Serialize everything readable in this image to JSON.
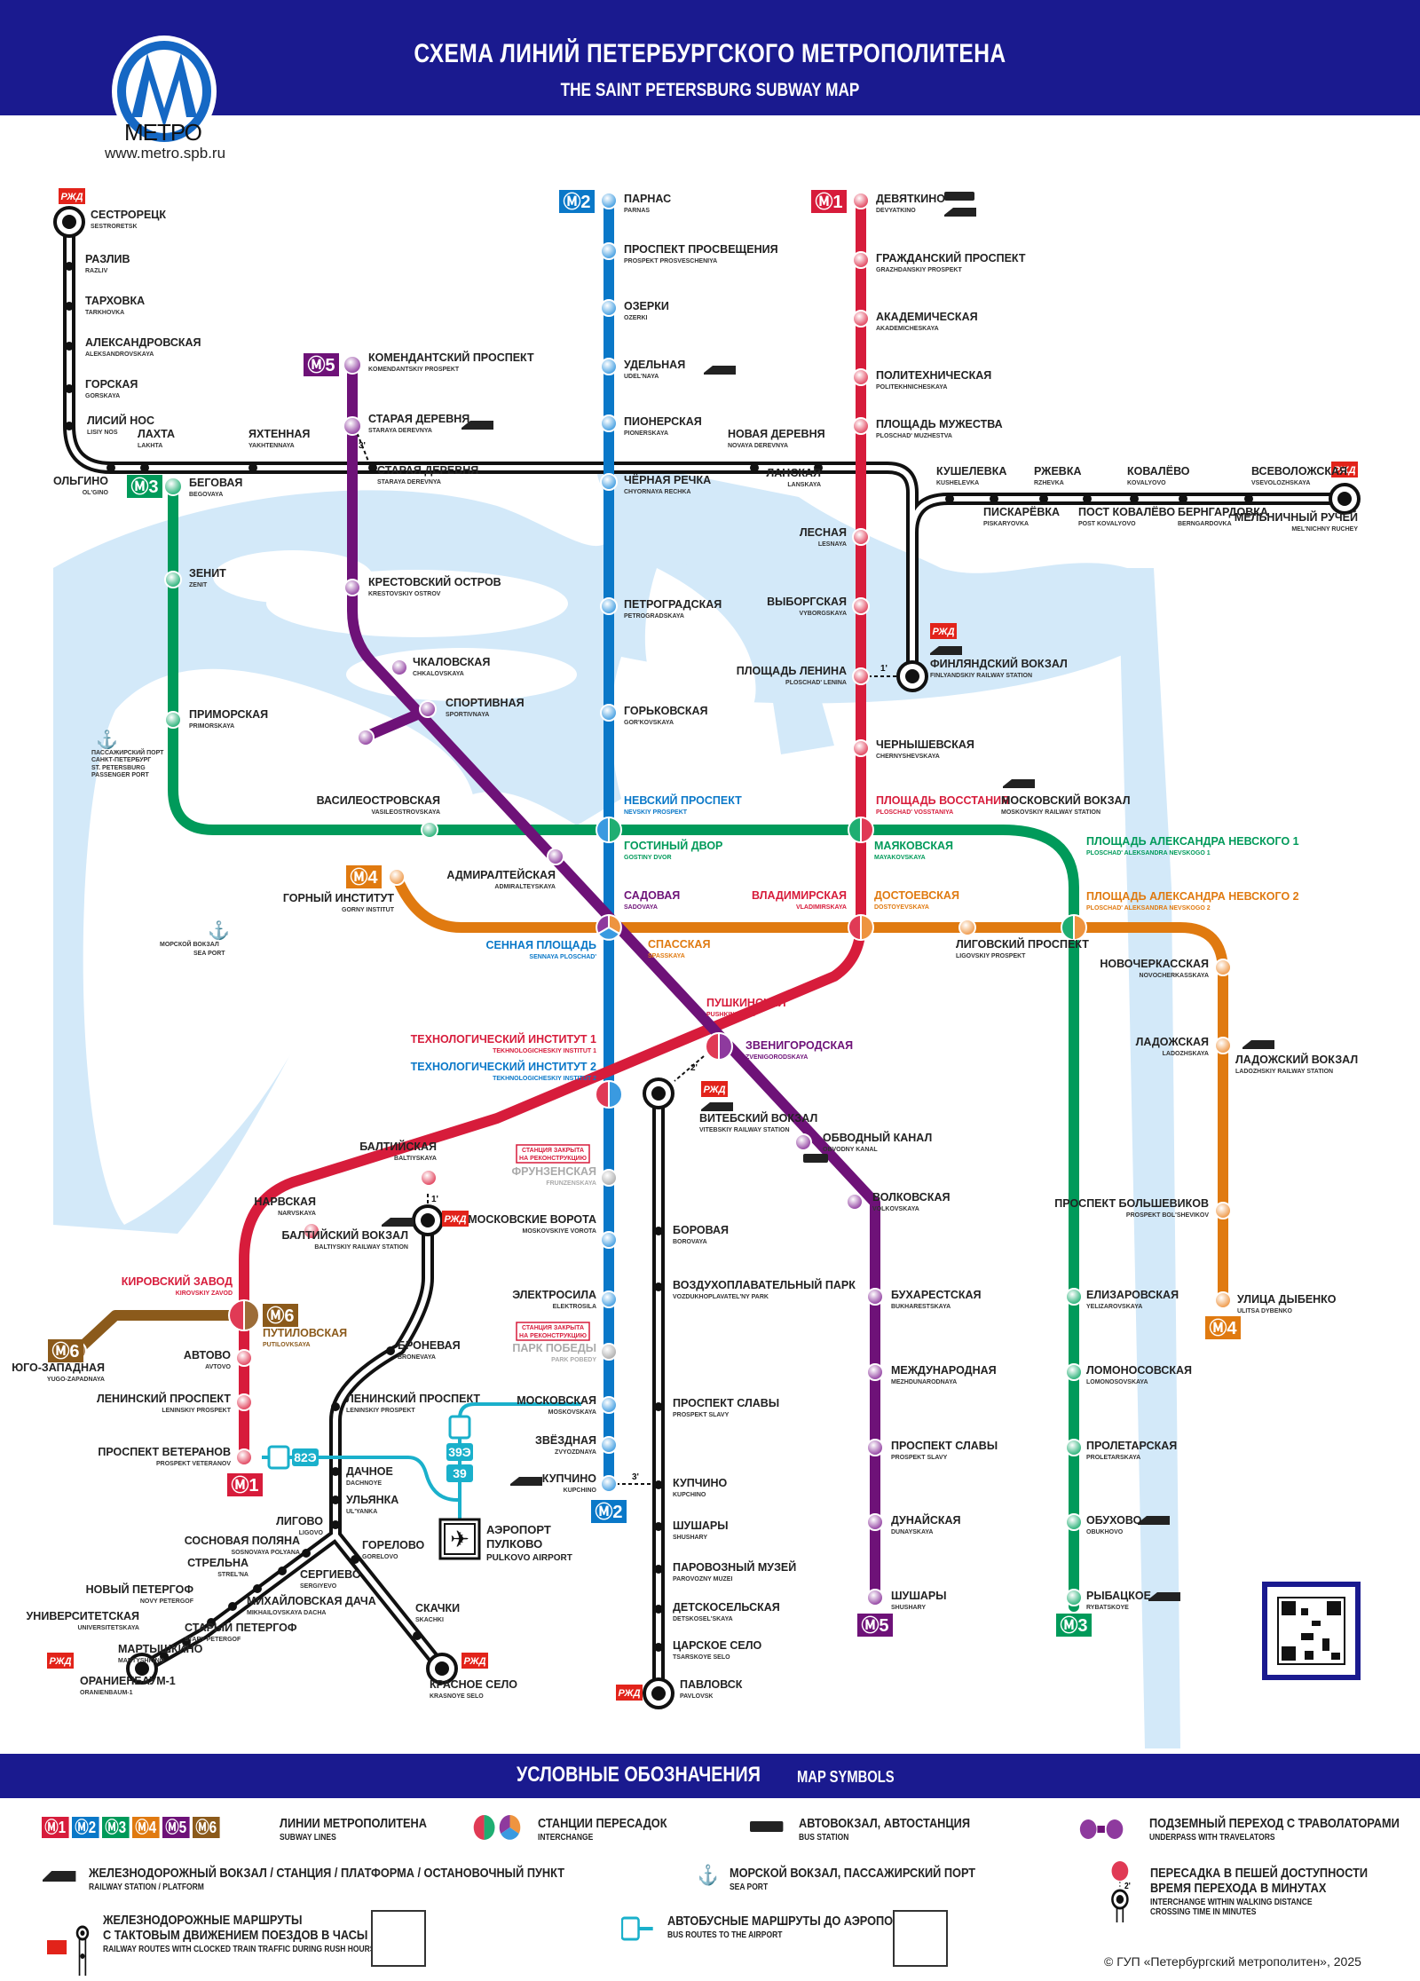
{
  "header": {
    "title_ru": "СХЕМА ЛИНИЙ ПЕТЕРБУРГСКОГО МЕТРОПОЛИТЕНА",
    "title_en": "THE SAINT PETERSBURG SUBWAY MAP",
    "logo_word": "МЕТРО",
    "url": "www.metro.spb.ru",
    "bg_color": "#1a1a8f"
  },
  "colors": {
    "M1": "#d71c3b",
    "M2": "#0a78c8",
    "M3": "#009a5a",
    "M4": "#e07a10",
    "M5": "#6e1278",
    "M6": "#8b5a1b",
    "rail": "#111111",
    "water": "#d3e9f9",
    "closed": "#bfbfbf",
    "bus": "#1ab0cb",
    "rzd": "#e2231a"
  },
  "lines": [
    {
      "id": "M1",
      "badge": "1",
      "stations": [
        {
          "ru": "ДЕВЯТКИНО",
          "en": "DEVYATKINO"
        },
        {
          "ru": "ГРАЖДАНСКИЙ ПРОСПЕКТ",
          "en": "GRAZHDANSKIY PROSPEKT"
        },
        {
          "ru": "АКАДЕМИЧЕСКАЯ",
          "en": "AKADEMICHESKAYA"
        },
        {
          "ru": "ПОЛИТЕХНИЧЕСКАЯ",
          "en": "POLITEKHNICHESKAYA"
        },
        {
          "ru": "ПЛОЩАДЬ МУЖЕСТВА",
          "en": "PLOSCHAD' MUZHESTVA"
        },
        {
          "ru": "ЛЕСНАЯ",
          "en": "LESNAYA"
        },
        {
          "ru": "ВЫБОРГСКАЯ",
          "en": "VYBORGSKAYA"
        },
        {
          "ru": "ПЛОЩАДЬ ЛЕНИНА",
          "en": "PLOSCHAD' LENINA"
        },
        {
          "ru": "ЧЕРНЫШЕВСКАЯ",
          "en": "CHERNYSHEVSKAYA"
        },
        {
          "ru": "ПЛОЩАДЬ ВОССТАНИЯ",
          "en": "PLOSCHAD' VOSSTANIYA"
        },
        {
          "ru": "ВЛАДИМИРСКАЯ",
          "en": "VLADIMIRSKAYA"
        },
        {
          "ru": "ПУШКИНСКАЯ",
          "en": "PUSHKINSKAYA"
        },
        {
          "ru": "ТЕХНОЛОГИЧЕСКИЙ ИНСТИТУТ 1",
          "en": "TEKHNOLOGICHESKIY INSTITUT 1"
        },
        {
          "ru": "БАЛТИЙСКАЯ",
          "en": "BALTIYSKAYA"
        },
        {
          "ru": "НАРВСКАЯ",
          "en": "NARVSKAYA"
        },
        {
          "ru": "КИРОВСКИЙ ЗАВОД",
          "en": "KIROVSKIY ZAVOD"
        },
        {
          "ru": "АВТОВО",
          "en": "AVTOVO"
        },
        {
          "ru": "ЛЕНИНСКИЙ ПРОСПЕКТ",
          "en": "LENINSKIY PROSPEKT"
        },
        {
          "ru": "ПРОСПЕКТ ВЕТЕРАНОВ",
          "en": "PROSPEKT VETERANOV"
        }
      ]
    },
    {
      "id": "M2",
      "badge": "2",
      "stations": [
        {
          "ru": "ПАРНАС",
          "en": "PARNAS"
        },
        {
          "ru": "ПРОСПЕКТ ПРОСВЕЩЕНИЯ",
          "en": "PROSPEKT PROSVESCHENIYA"
        },
        {
          "ru": "ОЗЕРКИ",
          "en": "OZERKI"
        },
        {
          "ru": "УДЕЛЬНАЯ",
          "en": "UDEL'NAYA"
        },
        {
          "ru": "ПИОНЕРСКАЯ",
          "en": "PIONERSKAYA"
        },
        {
          "ru": "ЧЁРНАЯ РЕЧКА",
          "en": "CHYORNAYA RECHKA"
        },
        {
          "ru": "ПЕТРОГРАДСКАЯ",
          "en": "PETROGRADSKAYA"
        },
        {
          "ru": "ГОРЬКОВСКАЯ",
          "en": "GOR'KOVSKAYA"
        },
        {
          "ru": "НЕВСКИЙ ПРОСПЕКТ",
          "en": "NEVSKIY PROSPEKT"
        },
        {
          "ru": "СЕННАЯ ПЛОЩАДЬ",
          "en": "SENNAYA PLOSCHAD'"
        },
        {
          "ru": "ТЕХНОЛОГИЧЕСКИЙ ИНСТИТУТ 2",
          "en": "TEKHNOLOGICHESKIY INSTITUT 2"
        },
        {
          "ru": "ФРУНЗЕНСКАЯ",
          "en": "FRUNZENSKAYA",
          "closed": true
        },
        {
          "ru": "МОСКОВСКИЕ ВОРОТА",
          "en": "MOSKOVSKIYE VOROTA"
        },
        {
          "ru": "ЭЛЕКТРОСИЛА",
          "en": "ELEKTROSILA"
        },
        {
          "ru": "ПАРК ПОБЕДЫ",
          "en": "PARK POBEDY",
          "closed": true
        },
        {
          "ru": "МОСКОВСКАЯ",
          "en": "MOSKOVSKAYA"
        },
        {
          "ru": "ЗВЁЗДНАЯ",
          "en": "ZVYOZDNAYA"
        },
        {
          "ru": "КУПЧИНО",
          "en": "KUPCHINO"
        }
      ]
    },
    {
      "id": "M3",
      "badge": "3",
      "stations": [
        {
          "ru": "БЕГОВАЯ",
          "en": "BEGOVAYA"
        },
        {
          "ru": "ЗЕНИТ",
          "en": "ZENIT"
        },
        {
          "ru": "ПРИМОРСКАЯ",
          "en": "PRIMORSKAYA"
        },
        {
          "ru": "ВАСИЛЕОСТРОВСКАЯ",
          "en": "VASILEOSTROVSKAYA"
        },
        {
          "ru": "ГОСТИНЫЙ ДВОР",
          "en": "GOSTINY DVOR"
        },
        {
          "ru": "МАЯКОВСКАЯ",
          "en": "MAYAKOVSKAYA"
        },
        {
          "ru": "ПЛОЩАДЬ АЛЕКСАНДРА НЕВСКОГО 1",
          "en": "PLOSCHAD' ALEKSANDRA NEVSKOGO 1"
        },
        {
          "ru": "ЕЛИЗАРОВСКАЯ",
          "en": "YELIZAROVSKAYA"
        },
        {
          "ru": "ЛОМОНОСОВСКАЯ",
          "en": "LOMONOSOVSKAYA"
        },
        {
          "ru": "ПРОЛЕТАРСКАЯ",
          "en": "PROLETARSKAYA"
        },
        {
          "ru": "ОБУХОВО",
          "en": "OBUKHOVO"
        },
        {
          "ru": "РЫБАЦКОЕ",
          "en": "RYBATSKOYE"
        }
      ]
    },
    {
      "id": "M4",
      "badge": "4",
      "stations": [
        {
          "ru": "ГОРНЫЙ ИНСТИТУТ",
          "en": "GORNY INSTITUT"
        },
        {
          "ru": "СПАССКАЯ",
          "en": "SPASSKAYA"
        },
        {
          "ru": "ДОСТОЕВСКАЯ",
          "en": "DOSTOYEVSKAYA"
        },
        {
          "ru": "ЛИГОВСКИЙ ПРОСПЕКТ",
          "en": "LIGOVSKIY PROSPEKT"
        },
        {
          "ru": "ПЛОЩАДЬ АЛЕКСАНДРА НЕВСКОГО 2",
          "en": "PLOSCHAD' ALEKSANDRA NEVSKOGO 2"
        },
        {
          "ru": "НОВОЧЕРКАССКАЯ",
          "en": "NOVOCHERKASSKAYA"
        },
        {
          "ru": "ЛАДОЖСКАЯ",
          "en": "LADOZHSKAYA"
        },
        {
          "ru": "ПРОСПЕКТ БОЛЬШЕВИКОВ",
          "en": "PROSPEKT BOL'SHEVIKOV"
        },
        {
          "ru": "УЛИЦА ДЫБЕНКО",
          "en": "ULITSA DYBENKO"
        }
      ]
    },
    {
      "id": "M5",
      "badge": "5",
      "stations": [
        {
          "ru": "КОМЕНДАНТСКИЙ ПРОСПЕКТ",
          "en": "KOMENDANTSKIY PROSPEKT"
        },
        {
          "ru": "СТАРАЯ ДЕРЕВНЯ",
          "en": "STARAYA DEREVNYA"
        },
        {
          "ru": "КРЕСТОВСКИЙ ОСТРОВ",
          "en": "KRESTOVSKIY OSTROV"
        },
        {
          "ru": "ЧКАЛОВСКАЯ",
          "en": "CHKALOVSKAYA"
        },
        {
          "ru": "СПОРТИВНАЯ",
          "en": "SPORTIVNAYA"
        },
        {
          "ru": "АДМИРАЛТЕЙСКАЯ",
          "en": "ADMIRALTEYSKAYA"
        },
        {
          "ru": "САДОВАЯ",
          "en": "SADOVAYA"
        },
        {
          "ru": "ЗВЕНИГОРОДСКАЯ",
          "en": "ZVENIGORODSKAYA"
        },
        {
          "ru": "ОБВОДНЫЙ КАНАЛ",
          "en": "OBVODNY KANAL"
        },
        {
          "ru": "ВОЛКОВСКАЯ",
          "en": "VOLKOVSKAYA"
        },
        {
          "ru": "БУХАРЕСТСКАЯ",
          "en": "BUKHARESTSKAYA"
        },
        {
          "ru": "МЕЖДУНАРОДНАЯ",
          "en": "MEZHDUNARODNAYA"
        },
        {
          "ru": "ПРОСПЕКТ СЛАВЫ",
          "en": "PROSPEKT SLAVY"
        },
        {
          "ru": "ДУНАЙСКАЯ",
          "en": "DUNAYSKAYA"
        },
        {
          "ru": "ШУШАРЫ",
          "en": "SHUSHARY"
        }
      ]
    },
    {
      "id": "M6",
      "badge": "6",
      "stations": [
        {
          "ru": "ЮГО-ЗАПАДНАЯ",
          "en": "YUGO-ZAPADNAYA"
        },
        {
          "ru": "ПУТИЛОВСКАЯ",
          "en": "PUTILOVKSAYA"
        }
      ]
    }
  ],
  "railway": {
    "north": [
      {
        "ru": "СЕСТРОРЕЦК",
        "en": "SESTRORETSK"
      },
      {
        "ru": "РАЗЛИВ",
        "en": "RAZLIV"
      },
      {
        "ru": "ТАРХОВКА",
        "en": "TARKHOVKA"
      },
      {
        "ru": "АЛЕКСАНДРОВСКАЯ",
        "en": "ALEKSANDROVSKAYA"
      },
      {
        "ru": "ГОРСКАЯ",
        "en": "GORSKAYA"
      },
      {
        "ru": "ЛИСИЙ НОС",
        "en": "LISIY NOS"
      },
      {
        "ru": "ОЛЬГИНО",
        "en": "OL'GINO"
      },
      {
        "ru": "ЛАХТА",
        "en": "LAKHTA"
      },
      {
        "ru": "ЯХТЕННАЯ",
        "en": "YAKHTENNAYA"
      },
      {
        "ru": "СТАРАЯ ДЕРЕВНЯ",
        "en": "STARAYA DEREVNYA"
      },
      {
        "ru": "НОВАЯ ДЕРЕВНЯ",
        "en": "NOVAYA DEREVNYA"
      },
      {
        "ru": "ЛАНСКАЯ",
        "en": "LANSKAYA"
      }
    ],
    "east": [
      {
        "ru": "КУШЕЛЕВКА",
        "en": "KUSHELEVKA"
      },
      {
        "ru": "ПИСКАРЁВКА",
        "en": "PISKARYOVKA"
      },
      {
        "ru": "РЖЕВКА",
        "en": "RZHEVKA"
      },
      {
        "ru": "ПОСТ КОВАЛЁВО",
        "en": "POST KOVALYOVO"
      },
      {
        "ru": "КОВАЛЁВО",
        "en": "KOVALYOVO"
      },
      {
        "ru": "БЕРНГАРДОВКА",
        "en": "BERNGARDOVKA"
      },
      {
        "ru": "ВСЕВОЛОЖСКАЯ",
        "en": "VSEVOLOZHSKAYA"
      },
      {
        "ru": "МЕЛЬНИЧНЫЙ РУЧЕЙ",
        "en": "MEL'NICHNY RUCHEY"
      }
    ],
    "southwest": [
      {
        "ru": "БРОНЕВАЯ",
        "en": "BRONEVAYA"
      },
      {
        "ru": "ЛЕНИНСКИЙ ПРОСПЕКТ",
        "en": "LENINSKIY PROSPEKT"
      },
      {
        "ru": "ДАЧНОЕ",
        "en": "DACHNOYE"
      },
      {
        "ru": "УЛЬЯНКА",
        "en": "UL'YANKA"
      },
      {
        "ru": "ЛИГОВО",
        "en": "LIGOVO"
      },
      {
        "ru": "СОСНОВАЯ ПОЛЯНА",
        "en": "SOSNOVAYA POLYANA"
      },
      {
        "ru": "СТРЕЛЬНА",
        "en": "STREL'NA"
      },
      {
        "ru": "СЕРГИЕВО",
        "en": "SERGIYEVO"
      },
      {
        "ru": "НОВЫЙ ПЕТЕРГОФ",
        "en": "NOVY PETERGOF"
      },
      {
        "ru": "МИХАЙЛОВСКАЯ ДАЧА",
        "en": "MIKHAILOVSKAYA DACHA"
      },
      {
        "ru": "УНИВЕРСИТЕТСКАЯ",
        "en": "UNIVERSITETSKAYA"
      },
      {
        "ru": "СТАРЫЙ ПЕТЕРГОФ",
        "en": "STARY PETERGOF"
      },
      {
        "ru": "МАРТЫШКИНО",
        "en": "MARTYSHKINO"
      },
      {
        "ru": "ОРАНИЕНБАУМ-1",
        "en": "ORANIENBAUM-1"
      },
      {
        "ru": "ГОРЕЛОВО",
        "en": "GORELOVO"
      },
      {
        "ru": "СКАЧКИ",
        "en": "SKACHKI"
      },
      {
        "ru": "КРАСНОЕ СЕЛО",
        "en": "KRASNOYE SELO"
      }
    ],
    "south": [
      {
        "ru": "БОРОВАЯ",
        "en": "BOROVAYA"
      },
      {
        "ru": "ВОЗДУХОПЛАВАТЕЛЬНЫЙ ПАРК",
        "en": "VOZDUKHOPLAVATEL'NY PARK"
      },
      {
        "ru": "ПРОСПЕКТ СЛАВЫ",
        "en": "PROSPEKT SLAVY"
      },
      {
        "ru": "КУПЧИНО",
        "en": "KUPCHINO"
      },
      {
        "ru": "ШУШАРЫ",
        "en": "SHUSHARY"
      },
      {
        "ru": "ПАРОВОЗНЫЙ МУЗЕЙ",
        "en": "PAROVOZNY MUZEI"
      },
      {
        "ru": "ДЕТСКОСЕЛЬСКАЯ",
        "en": "DETSKOSEL'SKAYA"
      },
      {
        "ru": "ЦАРСКОЕ СЕЛО",
        "en": "TSARSKOYE SELO"
      },
      {
        "ru": "ПАВЛОВСК",
        "en": "PAVLOVSK"
      }
    ],
    "stations_terminal": [
      {
        "ru": "ФИНЛЯНДСКИЙ ВОКЗАЛ",
        "en": "FINLYANDSKIY RAILWAY STATION"
      },
      {
        "ru": "БАЛТИЙСКИЙ ВОКЗАЛ",
        "en": "BALTIYSKIY RAILWAY STATION"
      },
      {
        "ru": "ВИТЕБСКИЙ ВОКЗАЛ",
        "en": "VITEBSKIY RAILWAY STATION"
      },
      {
        "ru": "МОСКОВСКИЙ ВОКЗАЛ",
        "en": "MOSKOVSKIY RAILWAY STATION"
      },
      {
        "ru": "ЛАДОЖСКИЙ ВОКЗАЛ",
        "en": "LADOZHSKIY RAILWAY STATION"
      }
    ],
    "transfer_times": [
      "3'",
      "1'",
      "1'",
      "2'",
      "3'"
    ]
  },
  "other": {
    "closed_notice": "СТАНЦИЯ ЗАКРЫТА НА РЕКОНСТРУКЦИЮ",
    "closed_notice_l1": "СТАНЦИЯ ЗАКРЫТА",
    "closed_notice_l2": "НА РЕКОНСТРУКЦИЮ",
    "airport_ru1": "АЭРОПОРТ",
    "airport_ru2": "ПУЛКОВО",
    "airport_en": "PULKOVO AIRPORT",
    "bus_routes": [
      "82Э",
      "39Э",
      "39"
    ],
    "passenger_port_ru1": "ПАССАЖИРСКИЙ ПОРТ",
    "passenger_port_ru2": "САНКТ-ПЕТЕРБУРГ",
    "passenger_port_en1": "ST. PETERSBURG",
    "passenger_port_en2": "PASSENGER PORT",
    "sea_port_ru": "МОРСКОЙ ВОКЗАЛ",
    "sea_port_en": "SEA PORT",
    "rzd": "РЖД"
  },
  "legend": {
    "title_ru": "УСЛОВНЫЕ ОБОЗНАЧЕНИЯ",
    "title_en": "MAP SYMBOLS",
    "subway_lines_ru": "ЛИНИИ МЕТРОПОЛИТЕНА",
    "subway_lines_en": "SUBWAY LINES",
    "interchange_ru": "СТАНЦИИ ПЕРЕСАДОК",
    "interchange_en": "INTERCHANGE",
    "bus_station_ru": "АВТОВОКЗАЛ, АВТОСТАНЦИЯ",
    "bus_station_en": "BUS STATION",
    "underpass_ru": "ПОДЗЕМНЫЙ ПЕРЕХОД С ТРАВОЛАТОРАМИ",
    "underpass_en": "UNDERPASS WITH TRAVELATORS",
    "railway_ru": "ЖЕЛЕЗНОДОРОЖНЫЙ ВОКЗАЛ / СТАНЦИЯ / ПЛАТФОРМА / ОСТАНОВОЧНЫЙ ПУНКТ",
    "railway_en": "RAILWAY STATION / PLATFORM",
    "seaport_ru": "МОРСКОЙ ВОКЗАЛ, ПАССАЖИРСКИЙ ПОРТ",
    "seaport_en": "SEA PORT",
    "walking_ru1": "ПЕРЕСАДКА В ПЕШЕЙ ДОСТУПНОСТИ",
    "walking_ru2": "ВРЕМЯ ПЕРЕХОДА В МИНУТАХ",
    "walking_en1": "INTERCHANGE WITHIN WALKING DISTANCE",
    "walking_en2": "CROSSING TIME IN MINUTES",
    "walking_time": "2'",
    "rail_routes_ru1": "ЖЕЛЕЗНОДОРОЖНЫЕ МАРШРУТЫ",
    "rail_routes_ru2": "С ТАКТОВЫМ ДВИЖЕНИЕМ ПОЕЗДОВ В ЧАСЫ ПИК",
    "rail_routes_en": "RAILWAY ROUTES WITH CLOCKED TRAIN TRAFFIC DURING RUSH HOURS",
    "airport_bus_ru": "АВТОБУСНЫЕ МАРШРУТЫ ДО АЭРОПОРТА",
    "airport_bus_en": "BUS ROUTES TO THE AIRPORT",
    "copyright": "© ГУП «Петербургский метрополитен», 2025"
  }
}
